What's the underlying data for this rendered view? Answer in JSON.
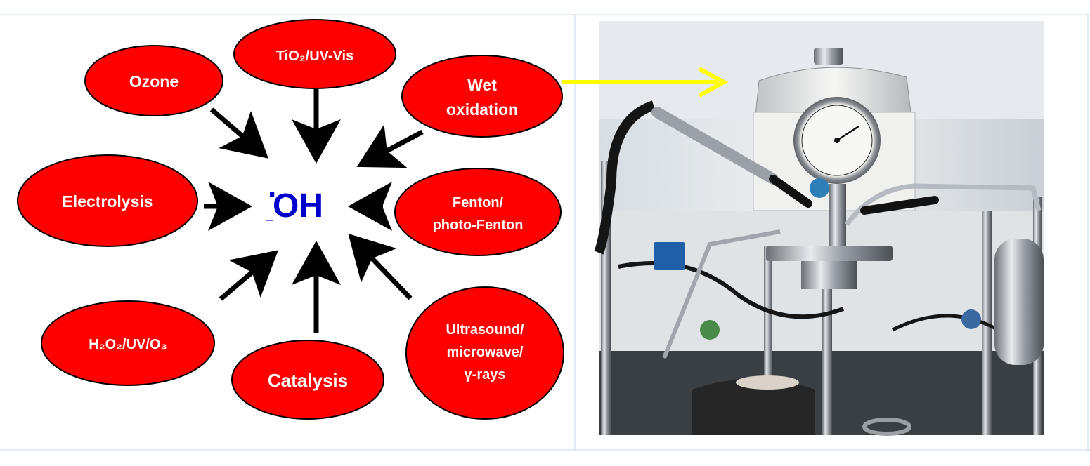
{
  "center": {
    "dot": "·",
    "label": "OH"
  },
  "sources": [
    {
      "id": "ozone",
      "lines": [
        "Ozone"
      ]
    },
    {
      "id": "tio2",
      "lines": [
        "TiO₂/UV-Vis"
      ]
    },
    {
      "id": "wet-oxidation",
      "lines": [
        "Wet",
        "oxidation"
      ]
    },
    {
      "id": "electrolysis",
      "lines": [
        "Electrolysis"
      ]
    },
    {
      "id": "fenton",
      "lines": [
        "Fenton/",
        "photo-Fenton"
      ]
    },
    {
      "id": "h2o2",
      "lines": [
        "H₂O₂/UV/O₃"
      ]
    },
    {
      "id": "catalysis",
      "lines": [
        "Catalysis"
      ]
    },
    {
      "id": "ultrasound",
      "lines": [
        "Ultrasound/",
        "microwave/",
        "γ-rays"
      ]
    }
  ],
  "colors": {
    "ellipse_fill": "#ff0000",
    "ellipse_stroke": "#000000",
    "label_text": "#ffffff",
    "center_text": "#0000cc",
    "arrow": "#000000",
    "pointer_arrow": "#ffff00",
    "panel_border": "#c6d9ee"
  },
  "photo": {
    "description_icon": "reactor-photo"
  }
}
